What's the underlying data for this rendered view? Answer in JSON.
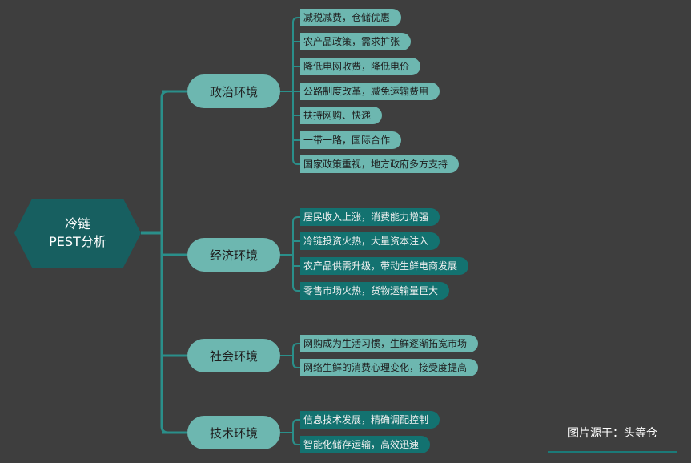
{
  "root": {
    "line1": "冷链",
    "line2": "PEST分析"
  },
  "categories": [
    {
      "label": "政治环境",
      "items": [
        "减税减费，仓储优惠",
        "农产品政策，需求扩张",
        "降低电网收费，降低电价",
        "公路制度改革，减免运输费用",
        "扶持网购、快递",
        "一带一路，国际合作",
        "国家政策重视，地方政府多方支持"
      ]
    },
    {
      "label": "经济环境",
      "items": [
        "居民收入上涨，消费能力增强",
        "冷链投资火热，大量资本注入",
        "农产品供需升级，带动生鲜电商发展",
        "零售市场火热，货物运输量巨大"
      ]
    },
    {
      "label": "社会环境",
      "items": [
        "网购成为生活习惯，生鲜逐渐拓宽市场",
        "网络生鲜的消费心理变化，接受度提高"
      ]
    },
    {
      "label": "技术环境",
      "items": [
        "信息技术发展，精确调配控制",
        "智能化储存运输，高效迅速"
      ]
    }
  ],
  "colors": {
    "background": "#3e3e3e",
    "root": "#175f60",
    "node_light": "#6db7b0",
    "node_dark": "#137270",
    "line": "#2a8f8a"
  },
  "source_text": "图片源于：头等仓"
}
